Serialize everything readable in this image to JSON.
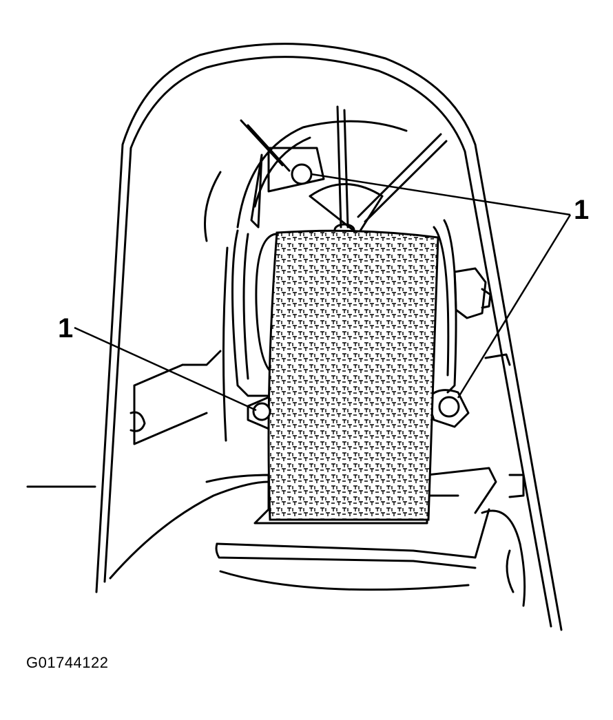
{
  "callouts": {
    "right_label": "1",
    "left_label": "1"
  },
  "figure_id": "G01744122"
}
